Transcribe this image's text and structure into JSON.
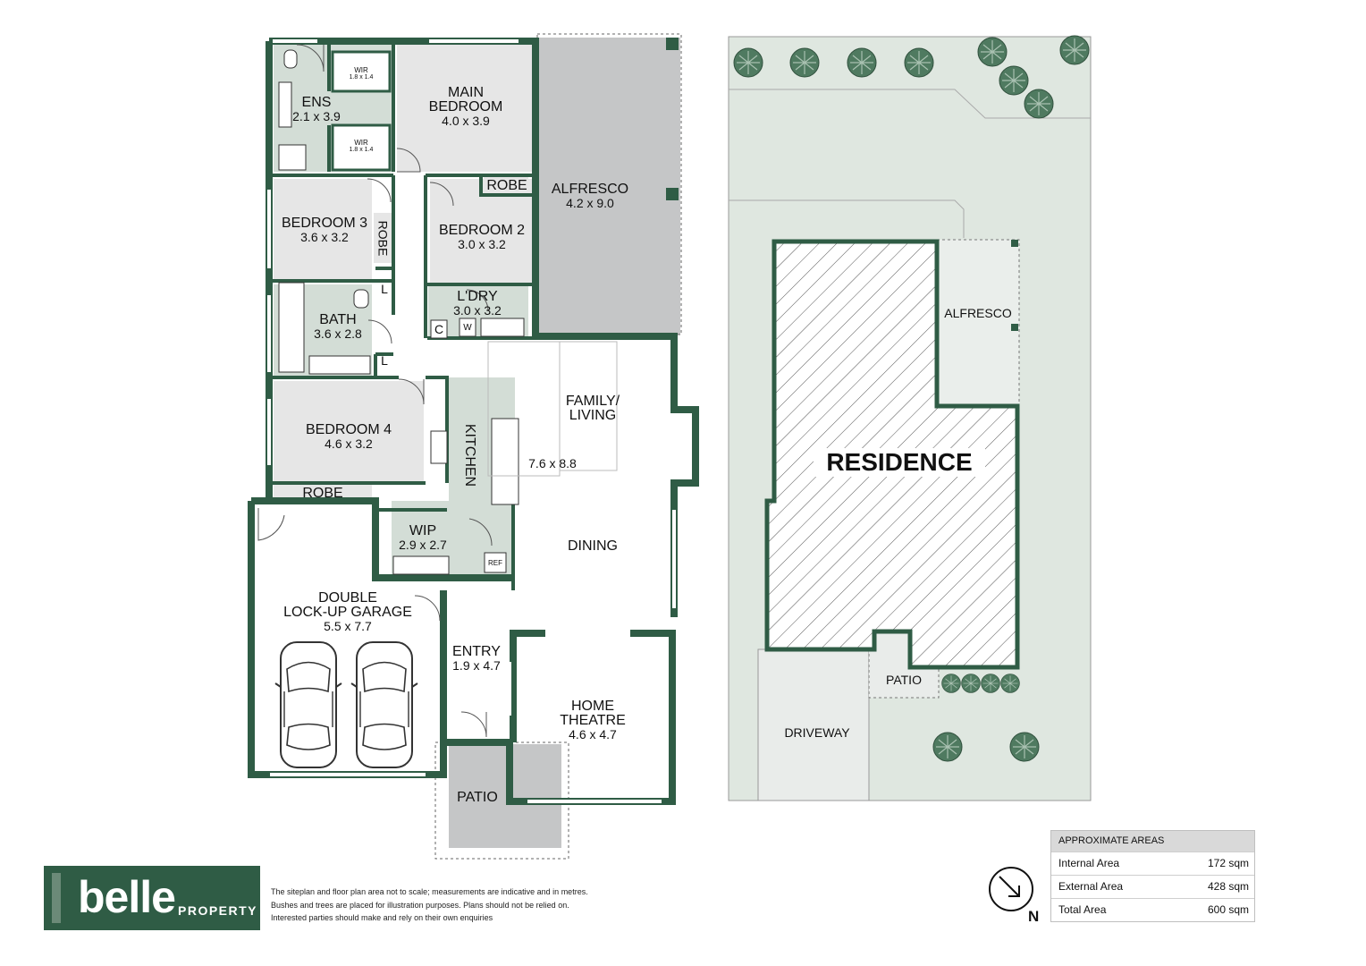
{
  "rooms": {
    "ensuite": {
      "name": "ENS",
      "dims": "2.1 x 3.9"
    },
    "wir_top": {
      "name": "WIR",
      "dims": "1.8 x 1.4"
    },
    "wir_bottom": {
      "name": "WIR",
      "dims": "1.8 x 1.4"
    },
    "main_bedroom": {
      "name_line1": "MAIN",
      "name_line2": "BEDROOM",
      "dims": "4.0 x 3.9"
    },
    "alfresco": {
      "name": "ALFRESCO",
      "dims": "4.2 x 9.0"
    },
    "robe_bed2": {
      "name": "ROBE"
    },
    "bedroom3": {
      "name": "BEDROOM 3",
      "dims": "3.6 x 3.2"
    },
    "robe_bed3": {
      "name": "ROBE"
    },
    "bedroom2": {
      "name": "BEDROOM 2",
      "dims": "3.0 x 3.2"
    },
    "linen1": {
      "name": "L"
    },
    "laundry": {
      "name": "L'DRY",
      "dims": "3.0 x 3.2"
    },
    "laundry_c": {
      "name": "C"
    },
    "laundry_w": {
      "name": "W"
    },
    "bath": {
      "name": "BATH",
      "dims": "3.6 x 2.8"
    },
    "linen2": {
      "name": "L"
    },
    "family_living": {
      "name_line1": "FAMILY/",
      "name_line2": "LIVING",
      "dims": "7.6 x 8.8"
    },
    "kitchen": {
      "name": "KITCHEN"
    },
    "bedroom4": {
      "name": "BEDROOM 4",
      "dims": "4.6 x 3.2"
    },
    "robe_bed4": {
      "name": "ROBE"
    },
    "wip": {
      "name": "WIP",
      "dims": "2.9 x 2.7"
    },
    "ref": {
      "name": "REF"
    },
    "dining": {
      "name": "DINING"
    },
    "garage": {
      "name_line1": "DOUBLE",
      "name_line2": "LOCK-UP GARAGE",
      "dims": "5.5 x 7.7"
    },
    "entry": {
      "name": "ENTRY",
      "dims": "1.9 x 4.7"
    },
    "home_theatre": {
      "name_line1": "HOME",
      "name_line2": "THEATRE",
      "dims": "4.6 x 4.7"
    },
    "patio": {
      "name": "PATIO"
    }
  },
  "site": {
    "residence": "RESIDENCE",
    "alfresco": "ALFRESCO",
    "patio": "PATIO",
    "driveway": "DRIVEWAY"
  },
  "brand": {
    "word": "belle",
    "sub": "PROPERTY"
  },
  "disclaimer": [
    "The siteplan and floor plan area not to scale; measurements are indicative and in metres.",
    "Bushes and trees are placed for illustration purposes. Plans should not be relied on.",
    "Interested parties should make and rely on their own enquiries"
  ],
  "areas": {
    "title": "APPROXIMATE AREAS",
    "rows": [
      {
        "label": "Internal Area",
        "value": "172 sqm"
      },
      {
        "label": "External Area",
        "value": "428 sqm"
      },
      {
        "label": "Total Area",
        "value": "600 sqm"
      }
    ]
  },
  "compass": {
    "letter": "N"
  },
  "colors": {
    "wall": "#2f5c45",
    "wet_area": "#d3ddd6",
    "alfresco": "#c5c6c7",
    "site_ground": "#dfe7e0",
    "tree": "#4f7a60",
    "residence_hatch": "#2f5c45"
  }
}
